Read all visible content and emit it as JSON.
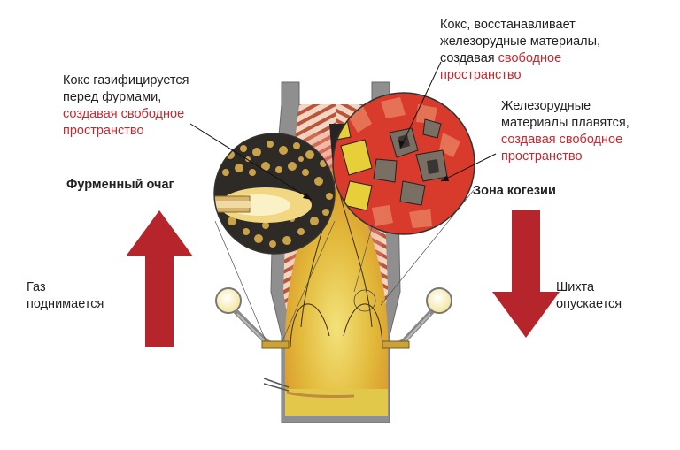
{
  "labels": {
    "coke_gasified": {
      "line1": "Кокс газифицируется",
      "line2": "перед фурмами,",
      "line3": "создавая свободное",
      "line4": "пространство"
    },
    "coke_reduces": {
      "line1": "Кокс, восстанавливает",
      "line2": "железорудные материалы,",
      "line3a": "создавая ",
      "line3b": "свободное",
      "line4": "пространство"
    },
    "ore_melts": {
      "line1": "Железорудные",
      "line2": "материалы плавятся,",
      "line3": "создавая свободное",
      "line4": "пространство"
    },
    "raceway": "Фурменный очаг",
    "cohesive_zone": "Зона когезии",
    "gas_rises": {
      "line1": "Газ",
      "line2": "поднимается"
    },
    "burden_descends": {
      "line1": "Шихта",
      "line2": "опускается"
    }
  },
  "colors": {
    "highlight_text": "#c8272f",
    "arrow": "#b6252a",
    "furnace_wall": "#8c8c8c",
    "hot_zone": "#e8c43a",
    "ore_layer": "#c85a3c",
    "coke_layer": "#f3d9c8"
  }
}
